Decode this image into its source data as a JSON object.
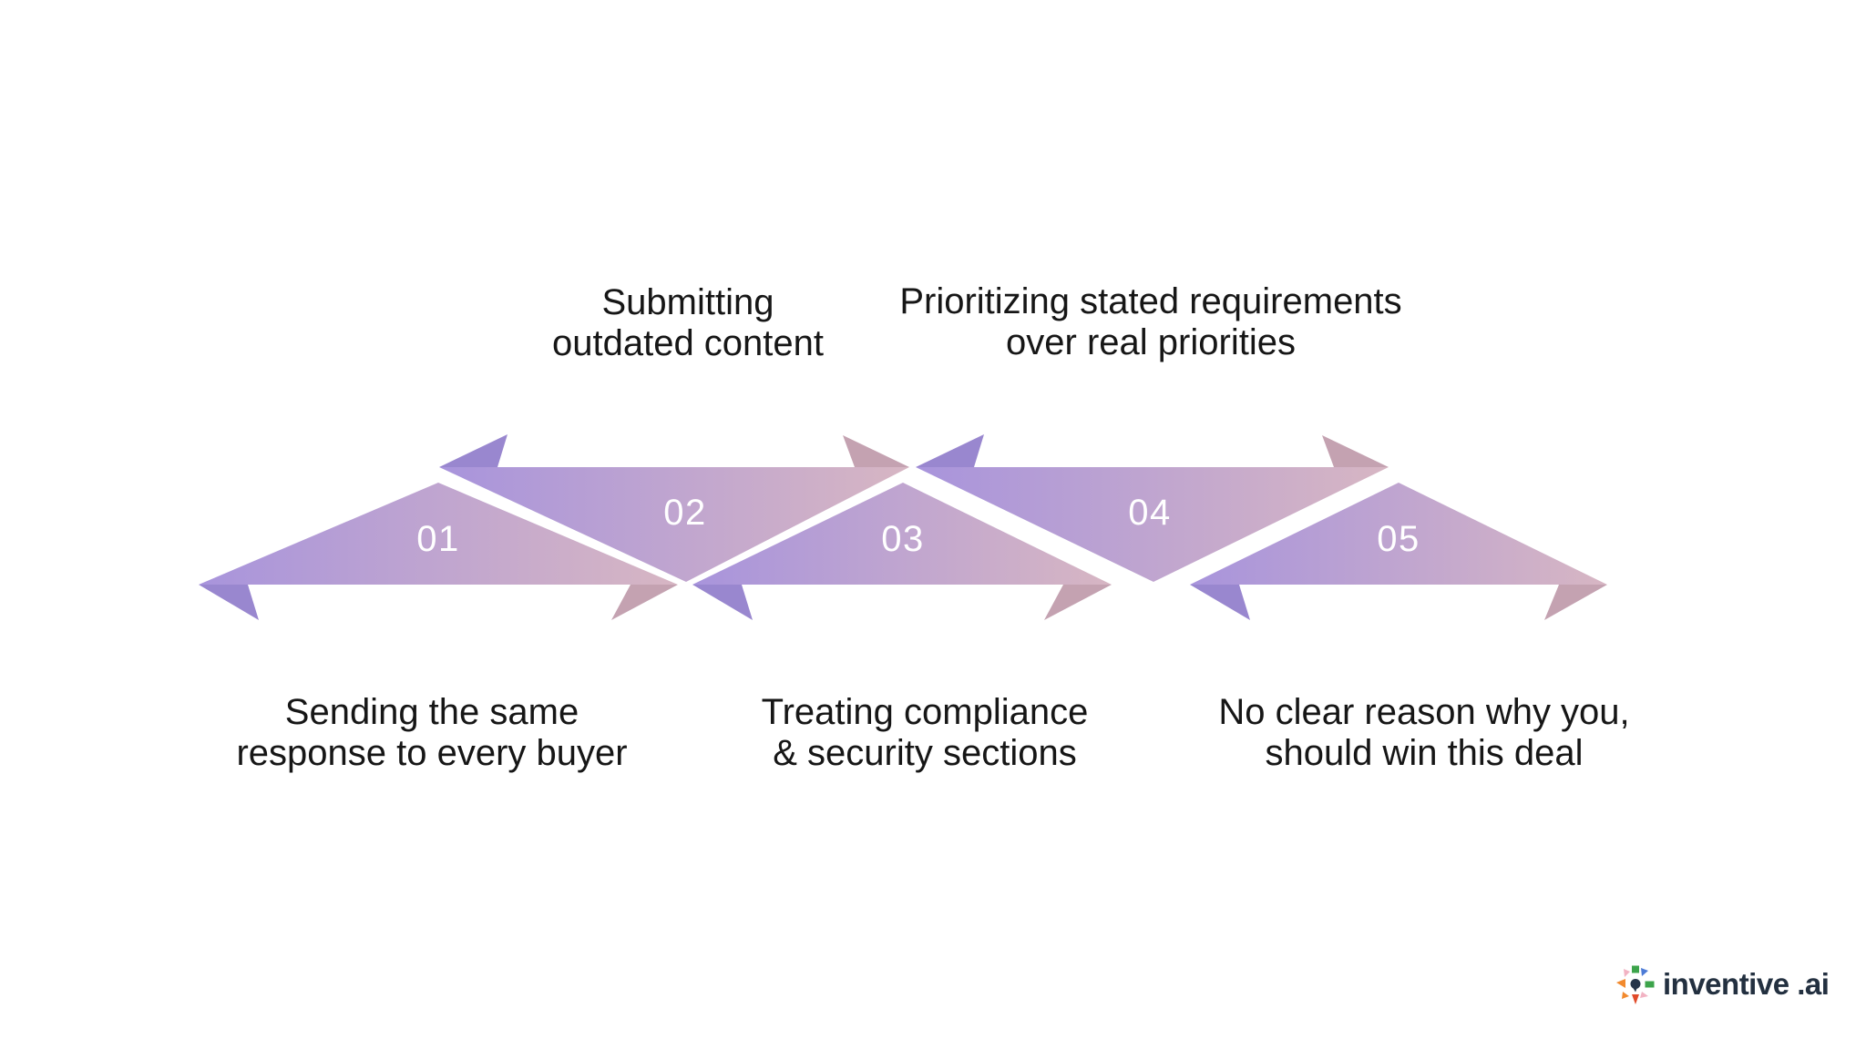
{
  "title": "Five RFP response mistakes infographic",
  "colors": {
    "background": "#ffffff",
    "triangle_gradient_left": "#a894dc",
    "triangle_gradient_right": "#d7b6c3",
    "fold_purple": "#9987cf",
    "fold_pink": "#c4a2b1",
    "number_text": "#ffffff",
    "caption_text": "#161616",
    "logo_text": "#233040"
  },
  "steps": [
    {
      "number": "01",
      "caption_line1": "Sending the same",
      "caption_line2": "response to every buyer",
      "caption_position": "below"
    },
    {
      "number": "02",
      "caption_line1": "Submitting",
      "caption_line2": "outdated content",
      "caption_position": "above"
    },
    {
      "number": "03",
      "caption_line1": "Treating compliance",
      "caption_line2": "& security sections",
      "caption_position": "below"
    },
    {
      "number": "04",
      "caption_line1": "Prioritizing stated requirements",
      "caption_line2": "over real priorities",
      "caption_position": "above"
    },
    {
      "number": "05",
      "caption_line1": "No clear reason why you,",
      "caption_line2": "should win this deal",
      "caption_position": "below"
    }
  ],
  "logo": {
    "text": "inventive .ai",
    "icon": "starburst-icon",
    "icon_colors": {
      "pink": "#f2b3c3",
      "green": "#3da44b",
      "blue": "#4d7bd6",
      "orange": "#f28a2e",
      "red": "#e14b2a",
      "navy": "#26354a"
    }
  }
}
